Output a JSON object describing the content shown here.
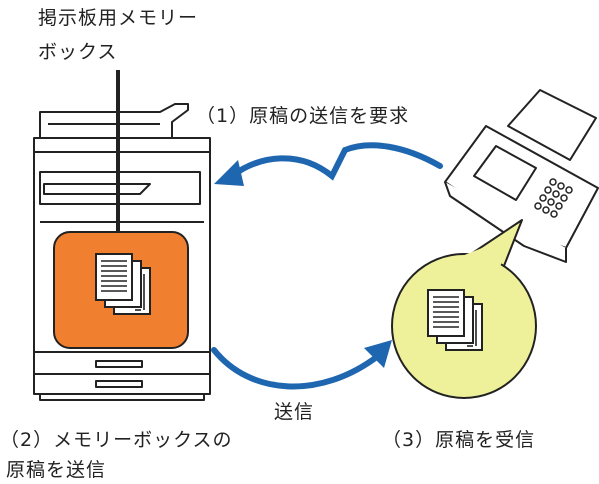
{
  "labels": {
    "memory_box_line1": "掲示板用メモリー",
    "memory_box_line2": "ボックス",
    "step1": "（1）原稿の送信を要求",
    "step2_line1": "（2）メモリーボックスの",
    "step2_line2": "原稿を送信",
    "step3": "（3）原稿を受信",
    "send": "送信"
  },
  "colors": {
    "memory_box": "#f08030",
    "arrow": "#1f66b0",
    "received_circle": "#eef09a",
    "outline": "#222222"
  }
}
